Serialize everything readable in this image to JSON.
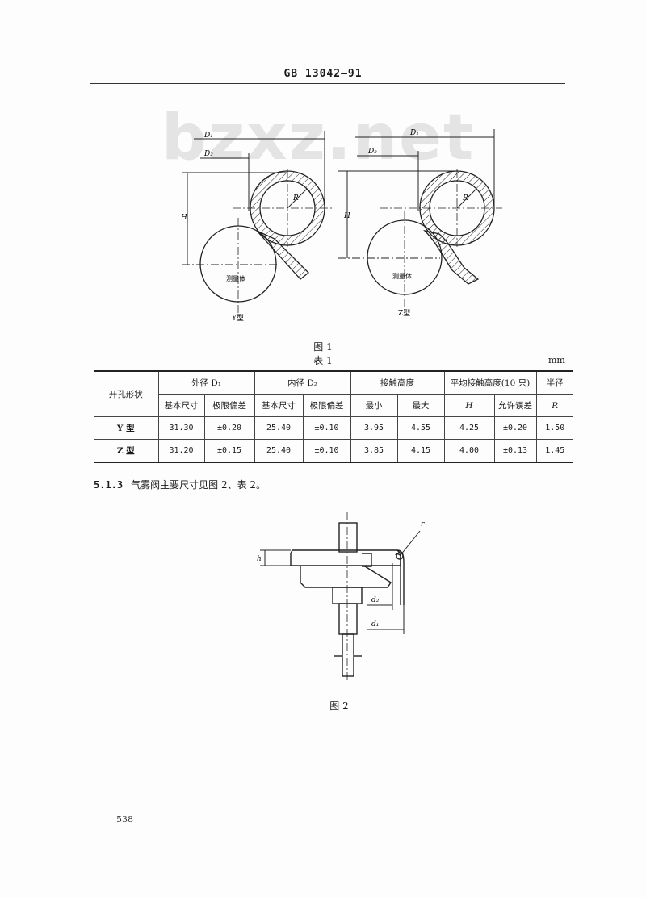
{
  "header": {
    "standard_code": "GB 13042—91"
  },
  "watermark": {
    "text": "bzxz.net"
  },
  "figure1": {
    "caption": "图 1",
    "left": {
      "type_label": "Y型",
      "body_label": "测量体",
      "dim_D1": "D₁",
      "dim_D2": "D₂",
      "dim_H": "H",
      "dim_R": "R"
    },
    "right": {
      "type_label": "Z型",
      "body_label": "测量体",
      "dim_D1": "D₁",
      "dim_D2": "D₂",
      "dim_H": "H",
      "dim_R": "R"
    }
  },
  "table1": {
    "title": "表 1",
    "units": "mm",
    "header_row1": {
      "shape": "开孔形状",
      "outer_diameter": "外径 D₁",
      "inner_diameter": "内径 D₂",
      "contact_height": "接触高度",
      "avg_contact_height": "平均接触高度(10 只)",
      "radius": "半径"
    },
    "header_row2": [
      "基本尺寸",
      "极限偏差",
      "基本尺寸",
      "极限偏差",
      "最小",
      "最大",
      "H",
      "允许误差",
      "R"
    ],
    "rows": [
      {
        "shape": "Y 型",
        "d1_basic": "31.30",
        "d1_tol": "±0.20",
        "d2_basic": "25.40",
        "d2_tol": "±0.10",
        "h_min": "3.95",
        "h_max": "4.55",
        "h_avg": "4.25",
        "h_tol": "±0.20",
        "r": "1.50"
      },
      {
        "shape": "Z 型",
        "d1_basic": "31.20",
        "d1_tol": "±0.15",
        "d2_basic": "25.40",
        "d2_tol": "±0.10",
        "h_min": "3.85",
        "h_max": "4.15",
        "h_avg": "4.00",
        "h_tol": "±0.13",
        "r": "1.45"
      }
    ]
  },
  "section": {
    "number": "5.1.3",
    "text": "气雾阀主要尺寸见图 2、表 2。"
  },
  "figure2": {
    "caption": "图 2",
    "dim_h": "h",
    "dim_r": "r",
    "dim_d1": "d₁",
    "dim_d2": "d₂"
  },
  "footer": {
    "page_number": "538"
  }
}
